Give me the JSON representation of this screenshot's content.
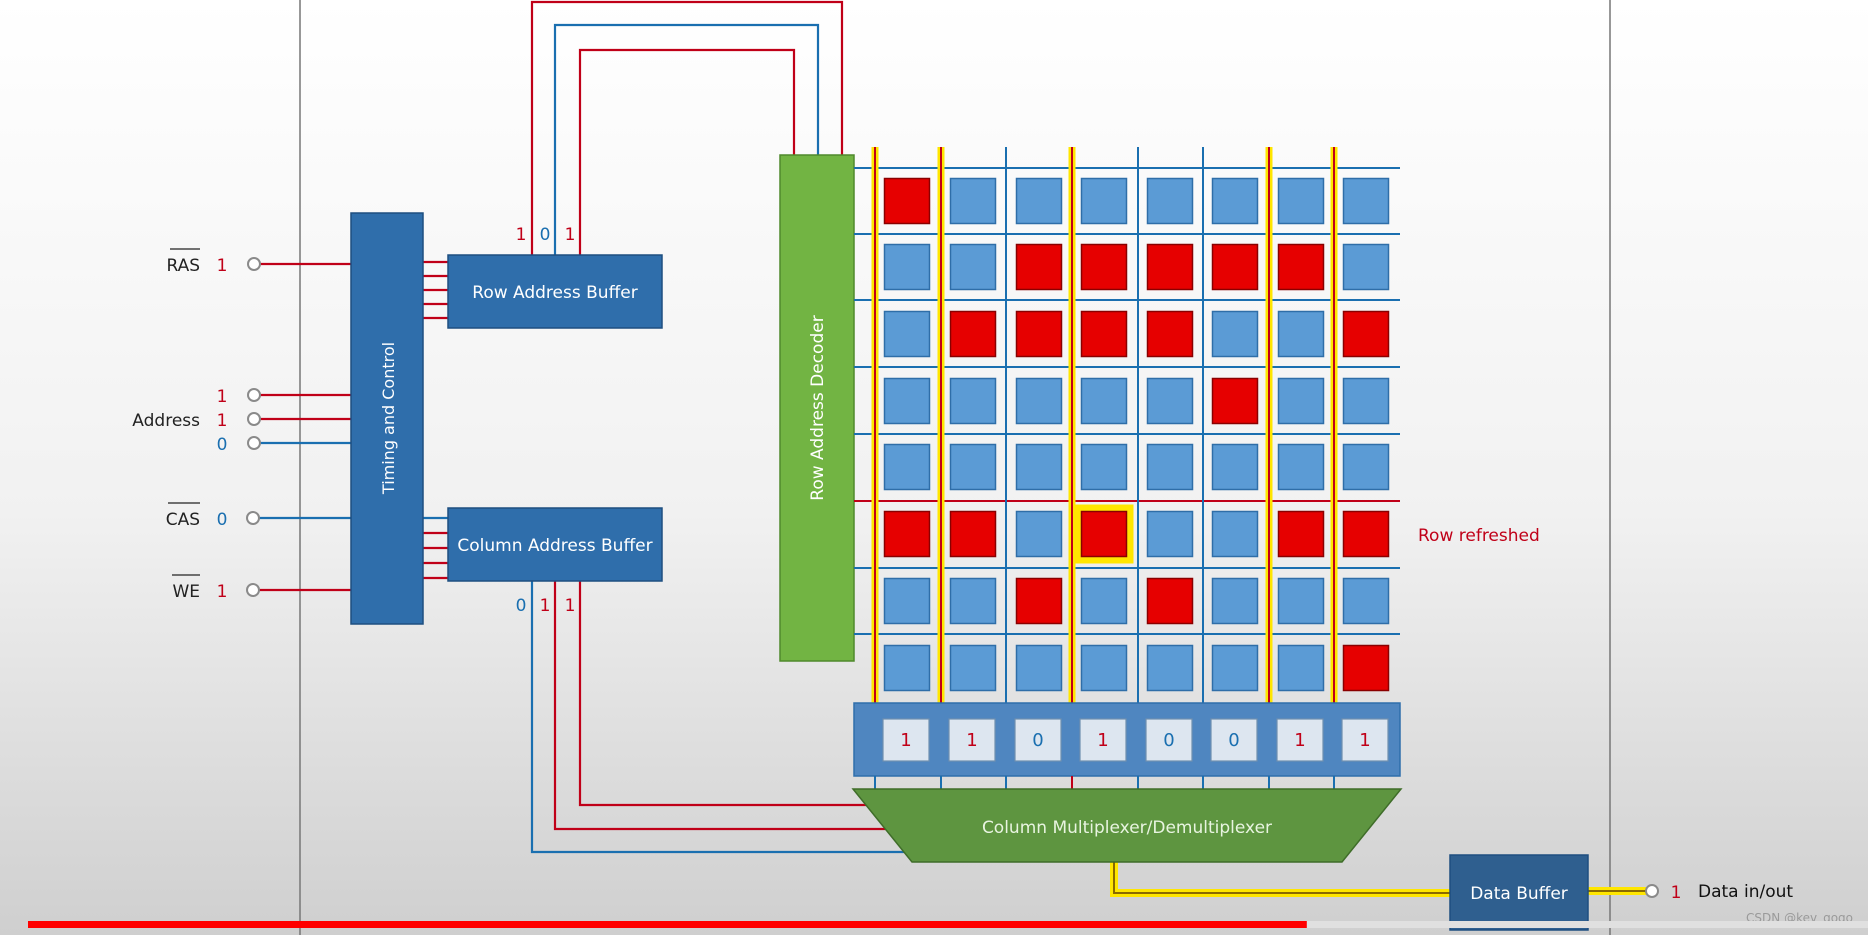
{
  "signals": {
    "ras": {
      "label": "RAS",
      "value": "1"
    },
    "address": {
      "label": "Address",
      "bits": [
        "1",
        "1",
        "0"
      ]
    },
    "cas": {
      "label": "CAS",
      "value": "0"
    },
    "we": {
      "label": "WE",
      "value": "1"
    }
  },
  "blocks": {
    "timing_control": "Timing and Control",
    "row_address_buffer": "Row Address Buffer",
    "column_address_buffer": "Column Address Buffer",
    "row_address_decoder": "Row Address Decoder",
    "column_mux": "Column Multiplexer/Demultiplexer",
    "data_buffer": "Data Buffer"
  },
  "row_buffer_bits": [
    "1",
    "0",
    "1"
  ],
  "col_buffer_bits": [
    "0",
    "1",
    "1"
  ],
  "memory_grid": [
    [
      1,
      0,
      0,
      0,
      0,
      0,
      0,
      0
    ],
    [
      0,
      0,
      1,
      1,
      1,
      1,
      1,
      0
    ],
    [
      0,
      1,
      1,
      1,
      1,
      0,
      0,
      1
    ],
    [
      0,
      0,
      0,
      0,
      0,
      1,
      0,
      0
    ],
    [
      0,
      0,
      0,
      0,
      0,
      0,
      0,
      0
    ],
    [
      1,
      1,
      0,
      1,
      0,
      0,
      1,
      1
    ],
    [
      0,
      0,
      1,
      0,
      1,
      0,
      0,
      0
    ],
    [
      0,
      0,
      0,
      0,
      0,
      0,
      0,
      1
    ]
  ],
  "highlighted_columns": [
    0,
    1,
    3,
    6,
    7
  ],
  "selected_cell": {
    "row": 5,
    "col": 3
  },
  "refreshed_row": 5,
  "sense_amp_values": [
    "1",
    "1",
    "0",
    "1",
    "0",
    "0",
    "1",
    "1"
  ],
  "row_refreshed_label": "Row refreshed",
  "data_io": {
    "label": "Data in/out",
    "value": "1"
  },
  "watermark": "CSDN @kev_gogo",
  "progress": 0.695,
  "colors": {
    "high": "#c00018",
    "low": "#1a6fb0",
    "block_blue": "#2f6eab",
    "decoder_green": "#72b443",
    "mux_green": "#5e9540",
    "cell_blue": "#5b9bd5",
    "cell_red": "#e60000",
    "highlight": "#ffe600"
  }
}
